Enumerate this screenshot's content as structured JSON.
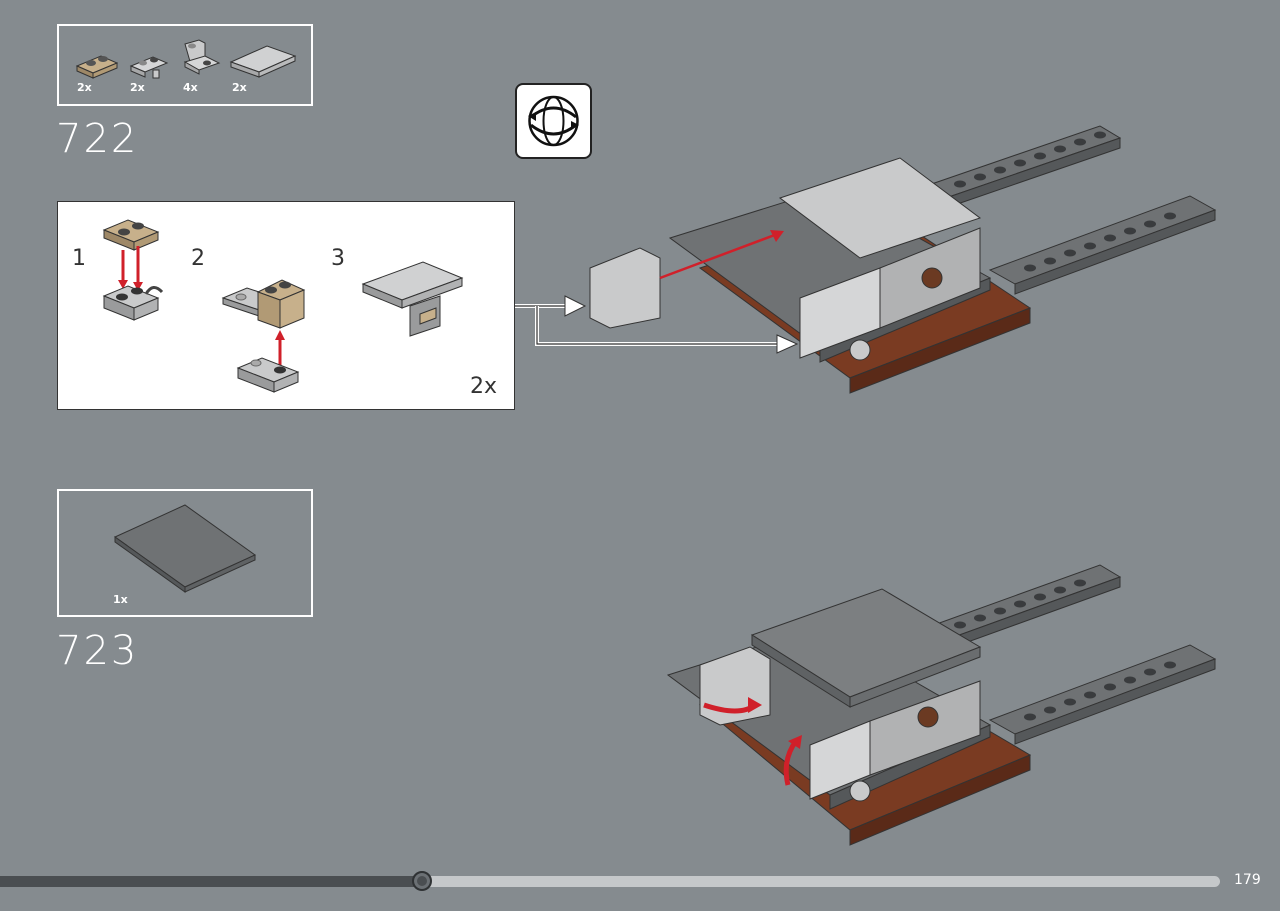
{
  "steps": [
    {
      "number": "722",
      "parts": [
        {
          "qty": "2x",
          "icon": "tan-plate-1x2-icon"
        },
        {
          "qty": "2x",
          "icon": "clip-plate-icon"
        },
        {
          "qty": "4x",
          "icon": "bracket-icon"
        },
        {
          "qty": "2x",
          "icon": "grey-tile-icon"
        }
      ],
      "subassembly": {
        "sub_steps": [
          "1",
          "2",
          "3"
        ],
        "multiplier": "2x"
      }
    },
    {
      "number": "723",
      "parts": [
        {
          "qty": "1x",
          "icon": "dark-grey-plate-icon"
        }
      ]
    }
  ],
  "rotate_icon": "rotate-model-icon",
  "progress": {
    "fraction": 0.346
  },
  "page_number": "179",
  "colors": {
    "background": "#858b8f",
    "dark_grey": "#6b6e70",
    "light_grey": "#c9cacb",
    "reddish_brown": "#7a3b22",
    "tan": "#c7b08b",
    "arrow_red": "#d0202a"
  }
}
